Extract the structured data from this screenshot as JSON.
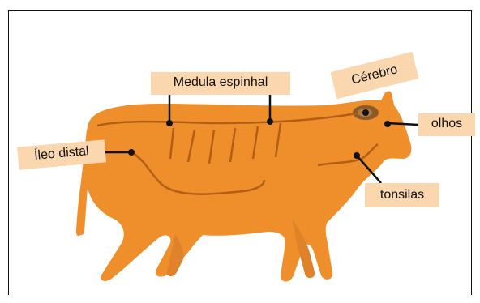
{
  "labels": {
    "medula": "Medula espinhal",
    "cerebro": "Cérebro",
    "olhos": "olhos",
    "ileo": "Íleo distal",
    "tonsilas": "tonsilas"
  },
  "colors": {
    "body": "#ef8f2c",
    "body_dark": "#d47420",
    "line": "#b35d17",
    "label_bg": "#fbd7b0",
    "brain": "#8a5a2b"
  }
}
